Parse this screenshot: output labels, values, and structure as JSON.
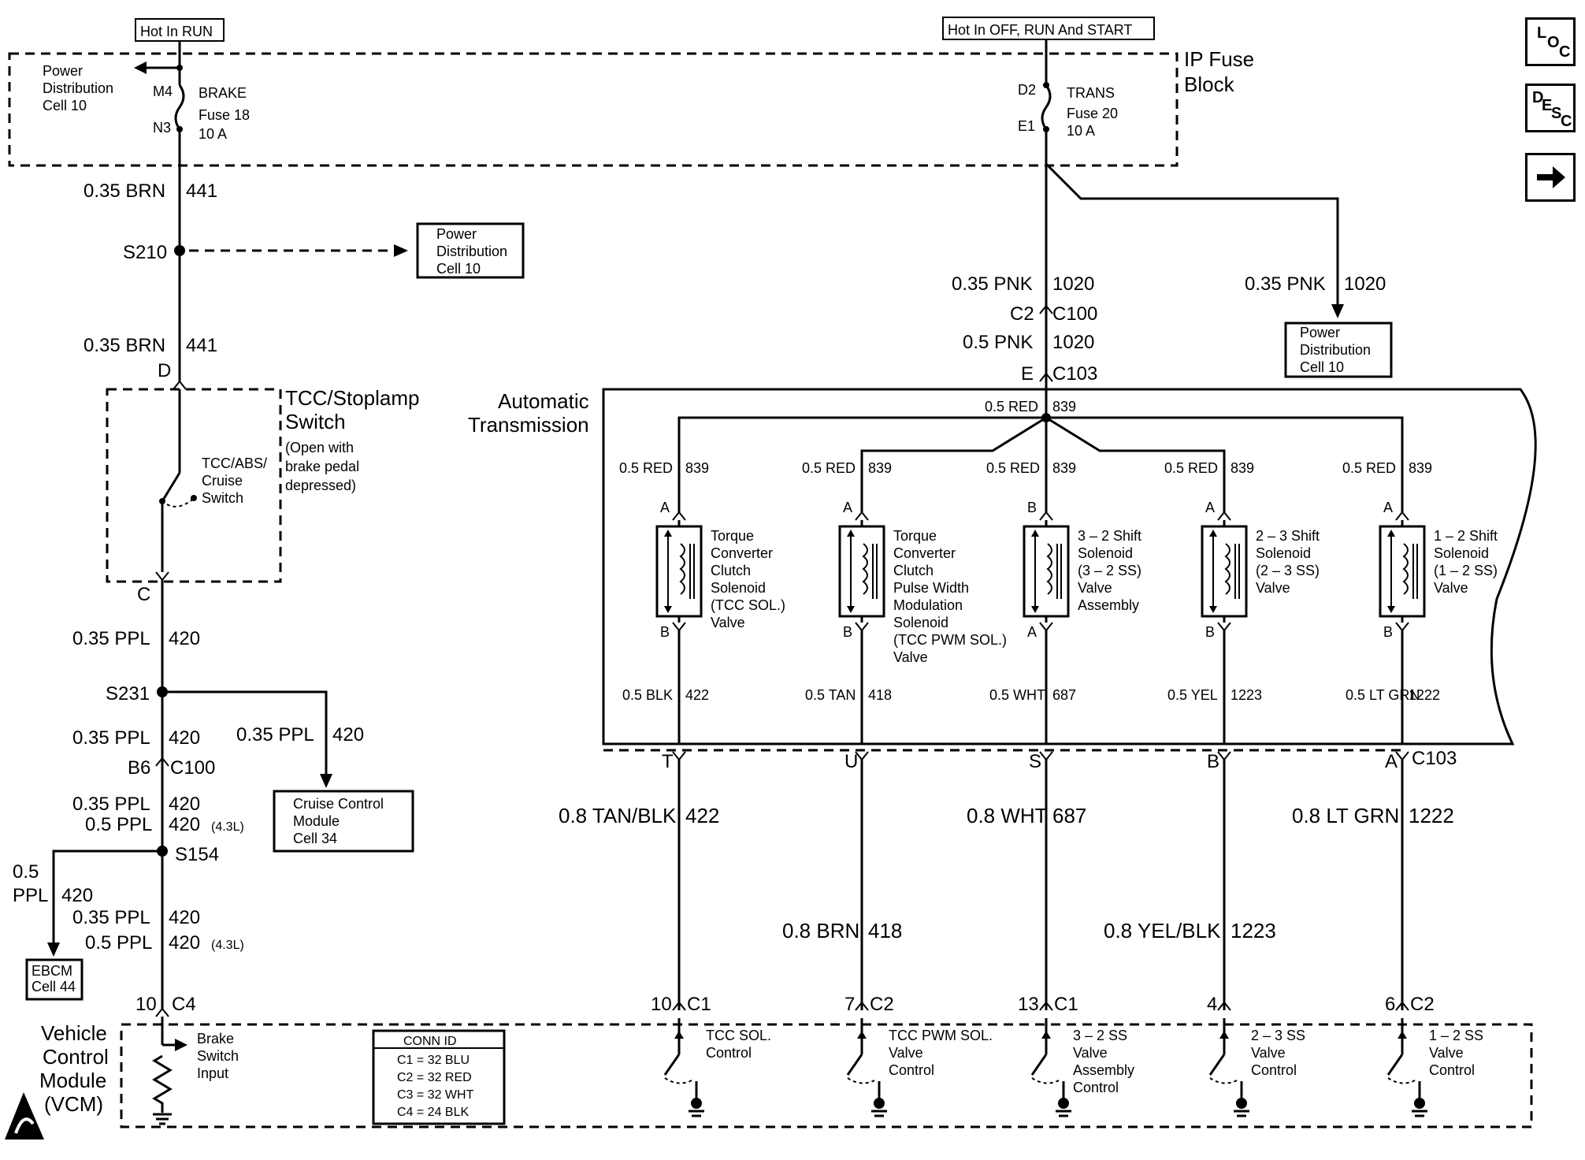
{
  "nav": {
    "loc": {
      "l1": "L",
      "l2": "O",
      "l3": "C"
    },
    "desc": {
      "l1": "D",
      "l2": "E",
      "l3": "S",
      "l4": "C"
    },
    "next_icon": "arrow-right-icon"
  },
  "headers": {
    "hot_run": "Hot In RUN",
    "hot_all": "Hot In OFF, RUN And START",
    "ip_fuse_1": "IP Fuse",
    "ip_fuse_2": "Block"
  },
  "fuses": {
    "brake": {
      "name": "BRAKE",
      "fuse": "Fuse 18",
      "amp": "10 A",
      "in": "M4",
      "out": "N3"
    },
    "trans": {
      "name": "TRANS",
      "fuse": "Fuse 20",
      "amp": "10 A",
      "in": "D2",
      "out": "E1"
    }
  },
  "refs": {
    "pd_left": {
      "l1": "Power",
      "l2": "Distribution",
      "l3": "Cell 10"
    },
    "pd_s210": {
      "l1": "Power",
      "l2": "Distribution",
      "l3": "Cell 10"
    },
    "pd_right": {
      "l1": "Power",
      "l2": "Distribution",
      "l3": "Cell 10"
    },
    "cruise": {
      "l1": "Cruise Control",
      "l2": "Module",
      "l3": "Cell 34"
    },
    "ebcm": {
      "l1": "EBCM",
      "l2": "Cell 44"
    }
  },
  "wires": {
    "brn1": {
      "color": "0.35 BRN",
      "num": "441"
    },
    "brn2": {
      "color": "0.35 BRN",
      "num": "441"
    },
    "ppl_c": {
      "color": "0.35 PPL",
      "num": "420"
    },
    "ppl_s231": {
      "color": "0.35 PPL",
      "num": "420"
    },
    "ppl_cruise": {
      "color": "0.35 PPL",
      "num": "420"
    },
    "ppl_c100_a": {
      "color": "0.35 PPL",
      "num": "420"
    },
    "ppl_c100_b": {
      "color": "0.5 PPL",
      "num": "420",
      "note": "(4.3L)"
    },
    "ppl_ebcm": {
      "color_1": "0.5",
      "color_2": "PPL",
      "num": "420"
    },
    "ppl_s154_a": {
      "color": "0.35 PPL",
      "num": "420"
    },
    "ppl_s154_b": {
      "color": "0.5 PPL",
      "num": "420",
      "note": "(4.3L)"
    },
    "pnk_1": {
      "color": "0.35 PNK",
      "num": "1020"
    },
    "pnk_2": {
      "color": "0.5 PNK",
      "num": "1020"
    },
    "pnk_right": {
      "color": "0.35 PNK",
      "num": "1020"
    },
    "red_top": {
      "color": "0.5 RED",
      "num": "839"
    }
  },
  "splices": {
    "s210": "S210",
    "s231": "S231",
    "s154": "S154"
  },
  "connectors": {
    "d": "D",
    "c": "C",
    "c2": "C2",
    "c100": "C100",
    "e": "E",
    "c103": "C103",
    "b6": "B6",
    "c100b": "C100",
    "vcm_pin": "10",
    "vcm_conn": "C4"
  },
  "tcc_switch": {
    "title_1": "TCC/Stoplamp",
    "title_2": "Switch",
    "note_1": "(Open with",
    "note_2": "brake pedal",
    "note_3": "depressed)",
    "sw_1": "TCC/ABS/",
    "sw_2": "Cruise",
    "sw_3": "Switch"
  },
  "transmission": {
    "title_1": "Automatic",
    "title_2": "Transmission"
  },
  "solenoids": [
    {
      "wire_top": "0.5 RED",
      "num_top": "839",
      "pin_top": "A",
      "pin_bot": "B",
      "lines": [
        "Torque",
        "Converter",
        "Clutch",
        "Solenoid",
        "(TCC  SOL.)",
        "Valve"
      ],
      "wire_bot": "0.5 BLK",
      "num_bot": "422",
      "c103_pin": "T",
      "out_color": "0.8 TAN/BLK",
      "out_num": "422",
      "vcm_pin": "10",
      "vcm_conn": "C1",
      "ctrl": [
        "TCC SOL.",
        "Control"
      ]
    },
    {
      "wire_top": "0.5 RED",
      "num_top": "839",
      "pin_top": "A",
      "pin_bot": "B",
      "lines": [
        "Torque",
        "Converter",
        "Clutch",
        "Pulse Width",
        "Modulation",
        "Solenoid",
        "(TCC PWM SOL.)",
        "Valve"
      ],
      "wire_bot": "0.5 TAN",
      "num_bot": "418",
      "c103_pin": "U",
      "out_color": "0.8 BRN",
      "out_num": "418",
      "vcm_pin": "7",
      "vcm_conn": "C2",
      "ctrl": [
        "TCC PWM SOL.",
        "Valve",
        "Control"
      ]
    },
    {
      "wire_top": "0.5 RED",
      "num_top": "839",
      "pin_top": "B",
      "pin_bot": "A",
      "lines": [
        "3 – 2 Shift",
        "Solenoid",
        "(3 – 2 SS)",
        "Valve",
        "Assembly"
      ],
      "wire_bot": "0.5 WHT",
      "num_bot": "687",
      "c103_pin": "S",
      "out_color": "0.8 WHT",
      "out_num": "687",
      "vcm_pin": "13",
      "vcm_conn": "C1",
      "ctrl": [
        "3 – 2 SS",
        "Valve",
        "Assembly",
        "Control"
      ]
    },
    {
      "wire_top": "0.5 RED",
      "num_top": "839",
      "pin_top": "A",
      "pin_bot": "B",
      "lines": [
        "2 – 3 Shift",
        "Solenoid",
        "(2 – 3 SS)",
        "Valve"
      ],
      "wire_bot": "0.5 YEL",
      "num_bot": "1223",
      "c103_pin": "B",
      "out_color": "0.8 YEL/BLK",
      "out_num": "1223",
      "vcm_pin": "4",
      "vcm_conn": "",
      "ctrl": [
        "2 – 3 SS",
        "Valve",
        "Control"
      ]
    },
    {
      "wire_top": "0.5 RED",
      "num_top": "839",
      "pin_top": "A",
      "pin_bot": "B",
      "lines": [
        "1 – 2 Shift",
        "Solenoid",
        "(1 – 2 SS)",
        "Valve"
      ],
      "wire_bot": "0.5 LT GRN",
      "num_bot": "1222",
      "c103_pin": "A",
      "out_color": "0.8 LT GRN",
      "out_num": "1222",
      "vcm_pin": "6",
      "vcm_conn": "C2",
      "ctrl": [
        "1 – 2 SS",
        "Valve",
        "Control"
      ]
    }
  ],
  "c103_label": "C103",
  "vcm": {
    "title": [
      "Vehicle",
      "Control",
      "Module",
      "(VCM)"
    ],
    "brake_input": [
      "Brake",
      "Switch",
      "Input"
    ],
    "esd_icon": "esd-warning-icon"
  },
  "conn_id": {
    "title": "CONN ID",
    "rows": [
      "C1 = 32 BLU",
      "C2 = 32 RED",
      "C3 = 32 WHT",
      "C4 = 24 BLK"
    ]
  }
}
